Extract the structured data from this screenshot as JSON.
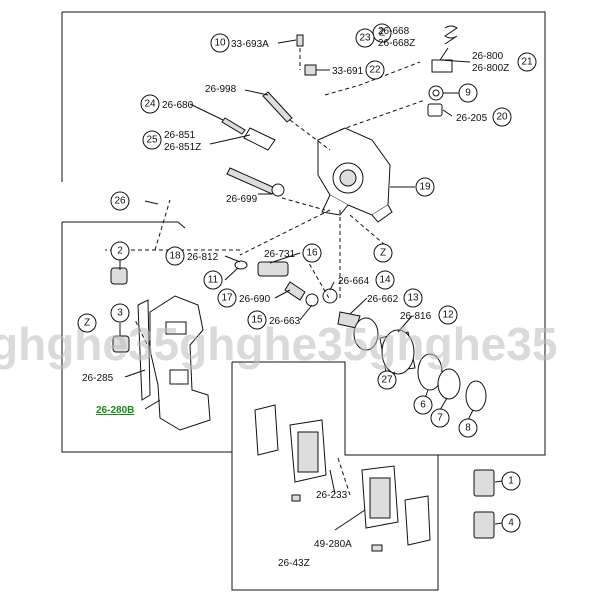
{
  "callouts": [
    {
      "id": "c10",
      "num": "10",
      "label": "33-693A"
    },
    {
      "id": "c22",
      "num": "22",
      "label": "33-691"
    },
    {
      "id": "c23",
      "num": "23",
      "label": "26-668"
    },
    {
      "id": "c23b",
      "num": "",
      "label": "26-668Z"
    },
    {
      "id": "c21",
      "num": "21",
      "label": "26-800"
    },
    {
      "id": "c21b",
      "num": "",
      "label": "26-800Z"
    },
    {
      "id": "c9",
      "num": "9",
      "label": ""
    },
    {
      "id": "c20",
      "num": "20",
      "label": "26-205"
    },
    {
      "id": "c24",
      "num": "24",
      "label": "26-680"
    },
    {
      "id": "c998",
      "num": "",
      "label": "26-998"
    },
    {
      "id": "c25",
      "num": "25",
      "label": "26-851"
    },
    {
      "id": "c25b",
      "num": "",
      "label": "26-851Z"
    },
    {
      "id": "c19",
      "num": "19",
      "label": ""
    },
    {
      "id": "c699",
      "num": "",
      "label": "26-699"
    },
    {
      "id": "c26",
      "num": "26",
      "label": ""
    },
    {
      "id": "c2",
      "num": "2",
      "label": ""
    },
    {
      "id": "c18",
      "num": "18",
      "label": "26-812"
    },
    {
      "id": "c16",
      "num": "16",
      "label": "26-731"
    },
    {
      "id": "c11",
      "num": "11",
      "label": ""
    },
    {
      "id": "c14",
      "num": "14",
      "label": "26-664"
    },
    {
      "id": "c17",
      "num": "17",
      "label": "26-690"
    },
    {
      "id": "c13",
      "num": "13",
      "label": "26-662"
    },
    {
      "id": "c15",
      "num": "15",
      "label": "26-663"
    },
    {
      "id": "c12",
      "num": "12",
      "label": "26-816"
    },
    {
      "id": "c3",
      "num": "3",
      "label": ""
    },
    {
      "id": "c285",
      "num": "",
      "label": "26-285"
    },
    {
      "id": "c280",
      "num": "",
      "label": "26-280B"
    },
    {
      "id": "c27",
      "num": "27",
      "label": ""
    },
    {
      "id": "c6",
      "num": "6",
      "label": ""
    },
    {
      "id": "c7",
      "num": "7",
      "label": ""
    },
    {
      "id": "c8",
      "num": "8",
      "label": ""
    },
    {
      "id": "c233",
      "num": "",
      "label": "26-233"
    },
    {
      "id": "c49",
      "num": "",
      "label": "49-280A"
    },
    {
      "id": "c43",
      "num": "",
      "label": "26-43Z"
    },
    {
      "id": "c1",
      "num": "1",
      "label": ""
    },
    {
      "id": "c4",
      "num": "4",
      "label": ""
    }
  ],
  "ref_marks": [
    "Z",
    "Z",
    "Z"
  ],
  "watermark": "ghghe35ghghe35ghghe35",
  "highlight_color": "#1a8a1a"
}
